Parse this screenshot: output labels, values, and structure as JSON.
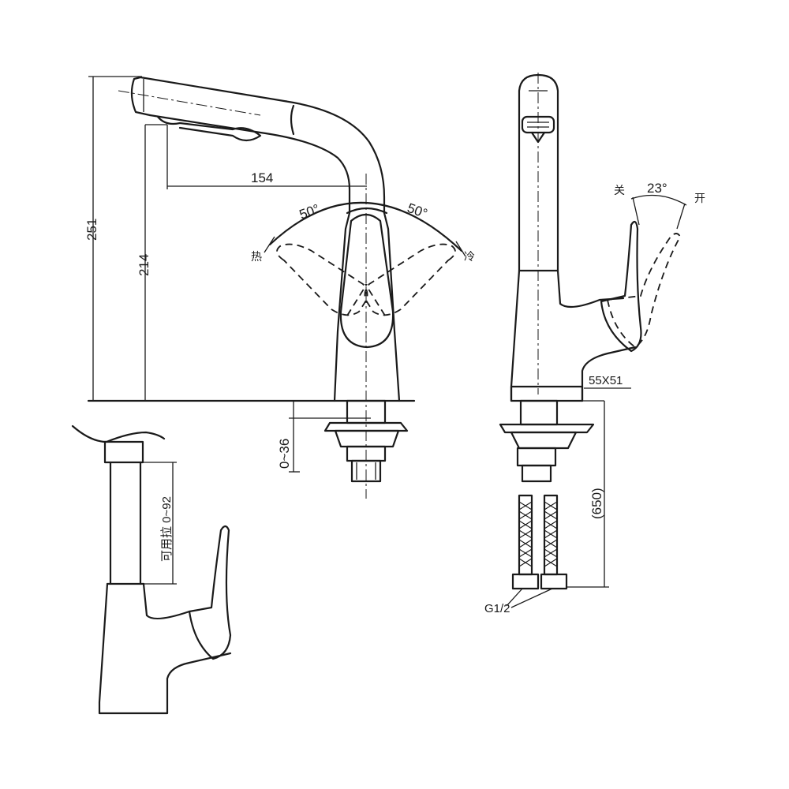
{
  "dimensions": {
    "total_height": "251",
    "body_height": "214",
    "spout_reach": "154",
    "angle_left": "50°",
    "angle_right": "50°",
    "handle_angle": "23°",
    "deck_thickness": "0~36",
    "hose_length": "(650)",
    "base_size": "55X51",
    "thread": "G1/2",
    "pullout_range": "可用拉 0~92"
  },
  "labels": {
    "hot": "热",
    "cold": "冷",
    "close": "关",
    "open": "开"
  },
  "colors": {
    "line": "#1a1a1a",
    "background": "#ffffff"
  }
}
